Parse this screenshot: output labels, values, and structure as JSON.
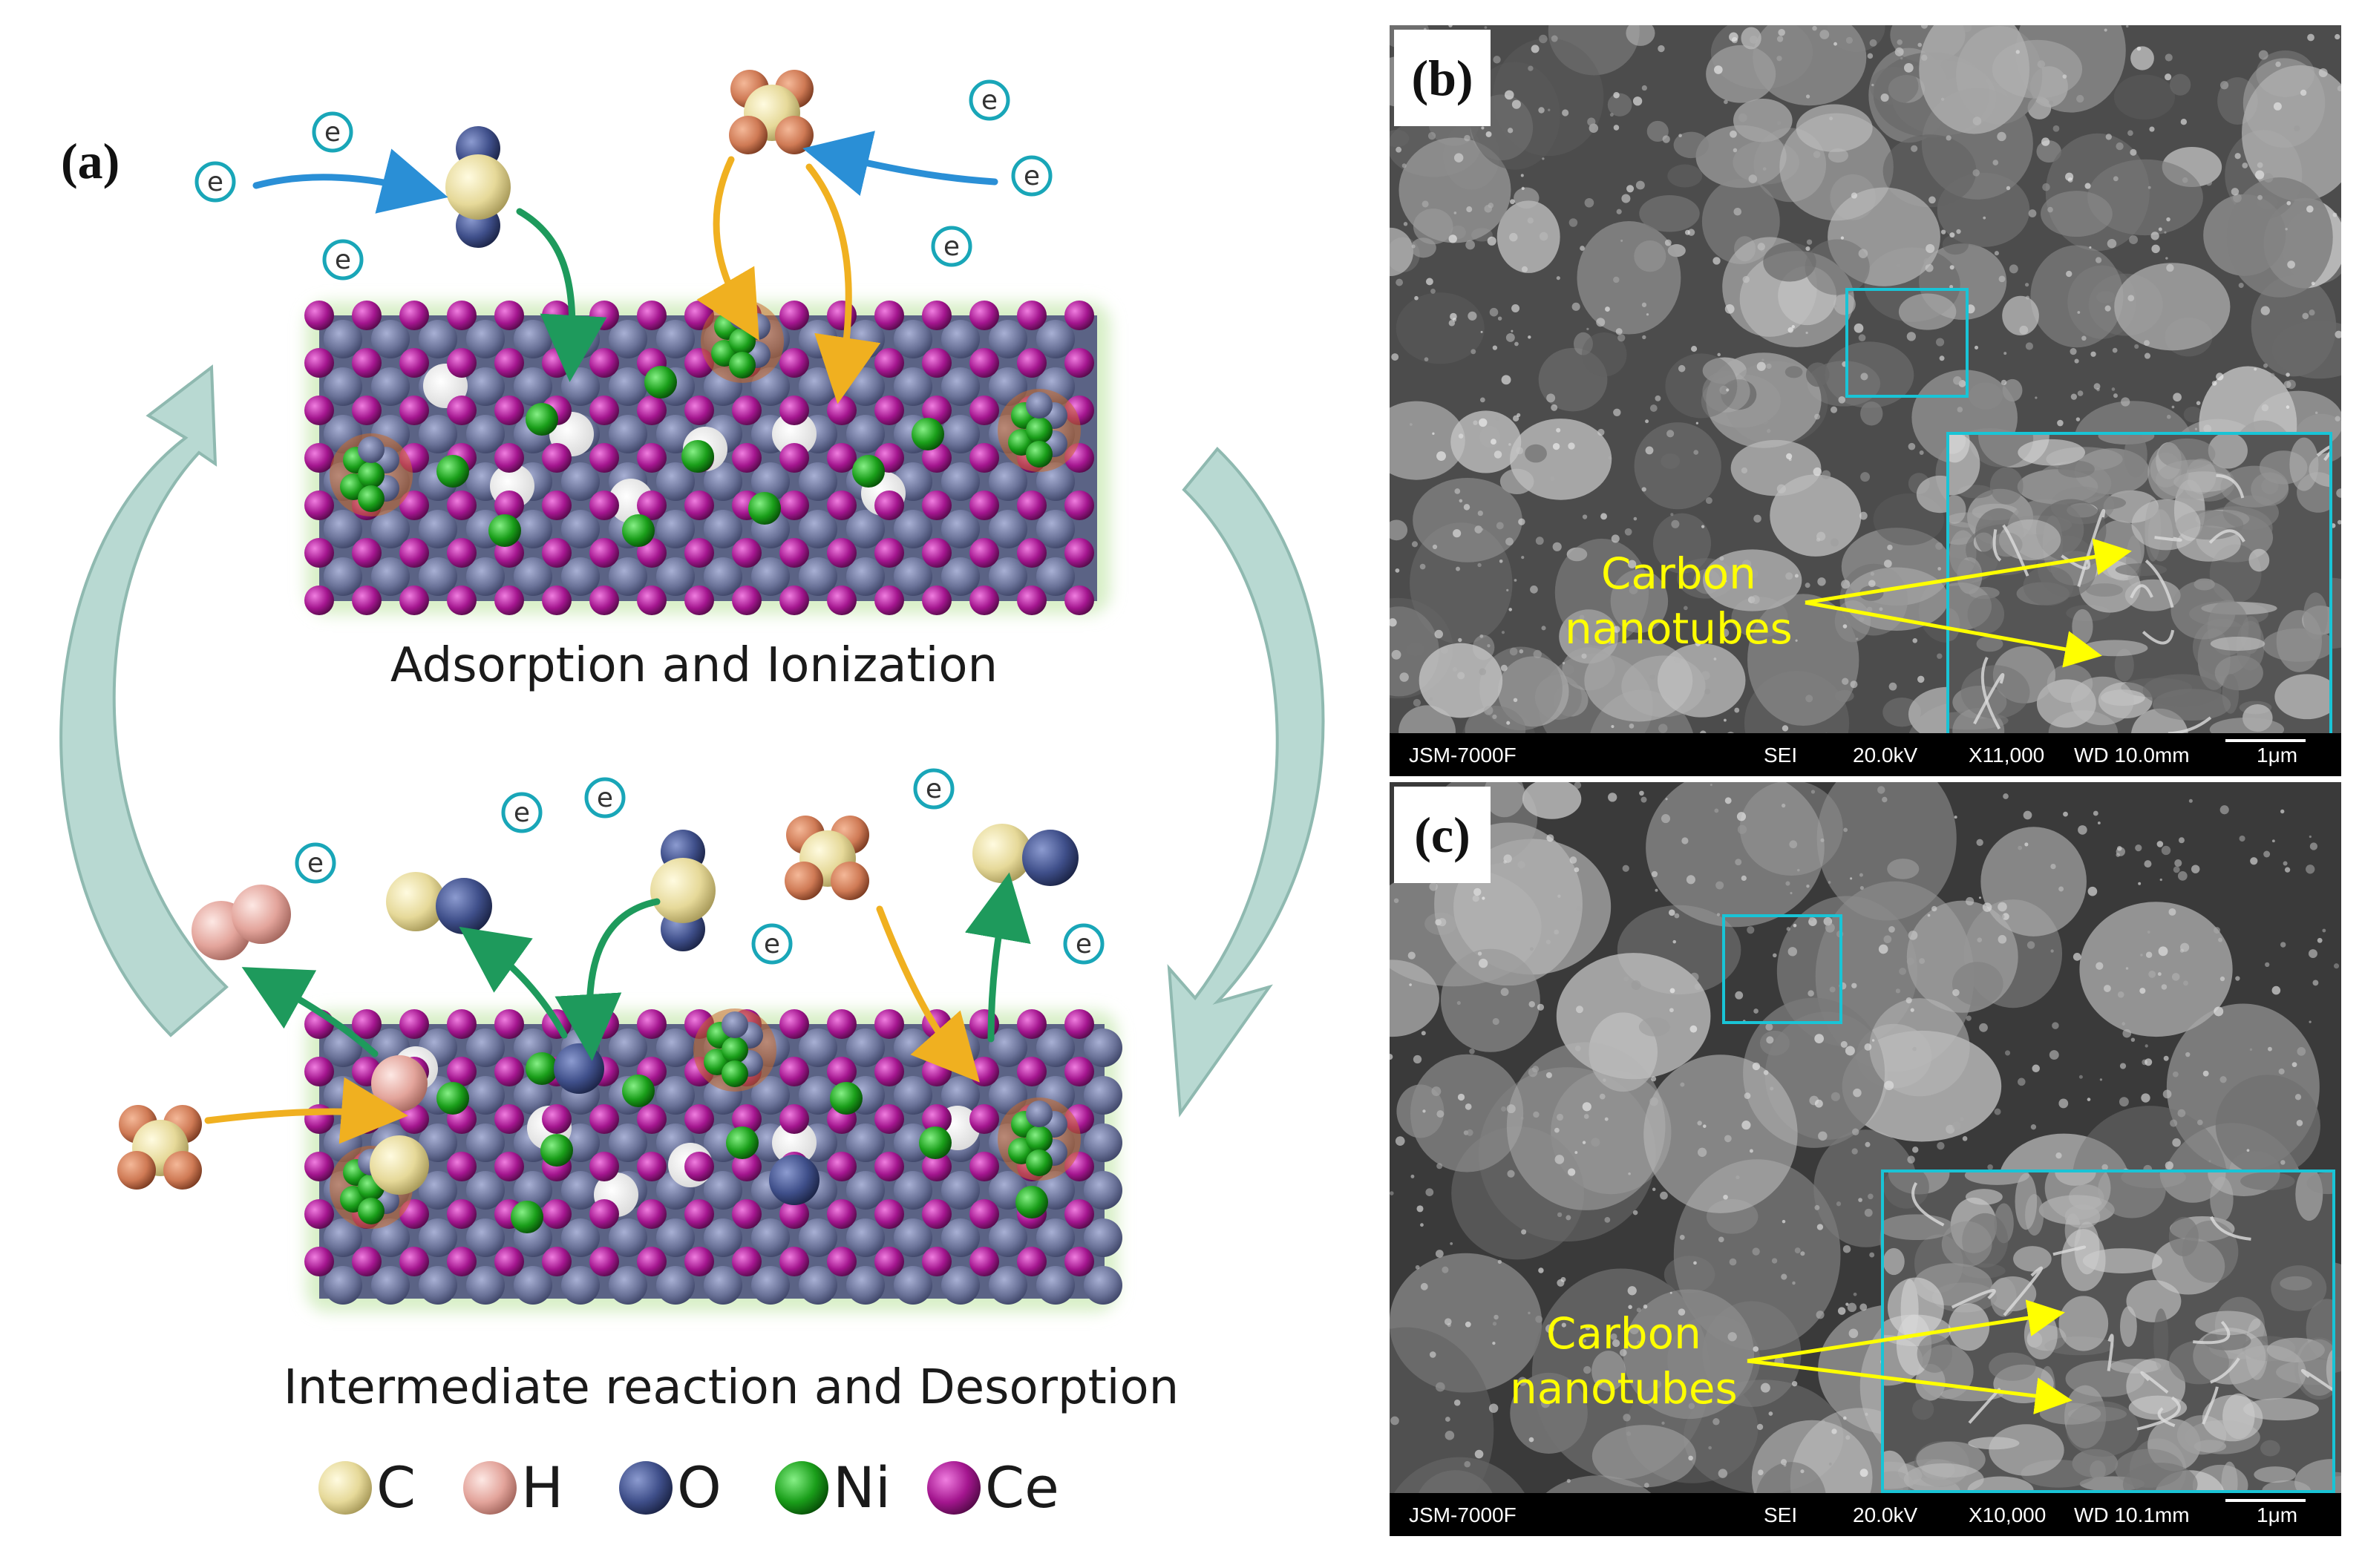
{
  "panel_a": {
    "label": "(a)",
    "top_caption": "Adsorption and Ionization",
    "bottom_caption": "Intermediate reaction and Desorption",
    "electron_symbol": "e",
    "legend": [
      {
        "symbol": "C",
        "color": "#e8dc9a"
      },
      {
        "symbol": "H",
        "color": "#e8a8a0"
      },
      {
        "symbol": "O",
        "color": "#3f4f8a"
      },
      {
        "symbol": "Ni",
        "color": "#1a9e1a"
      },
      {
        "symbol": "Ce",
        "color": "#a4168f"
      }
    ],
    "colors": {
      "cycle_arrow": "#b8d9d2",
      "electron_arrow": "#2a8fd6",
      "green_arrow": "#1e9a5c",
      "orange_arrow": "#f0b020",
      "lattice_blue": "#6a7298",
      "electron_ring": "#19a6b8"
    }
  },
  "panel_b": {
    "label": "(b)",
    "annotation_line1": "Carbon",
    "annotation_line2": "nanotubes",
    "info": {
      "instrument": "JSM-7000F",
      "mode": "SEI",
      "voltage": "20.0kV",
      "magnification": "X11,000",
      "working_distance": "WD 10.0mm",
      "scale": "1μm"
    }
  },
  "panel_c": {
    "label": "(c)",
    "annotation_line1": "Carbon",
    "annotation_line2": "nanotubes",
    "info": {
      "instrument": "JSM-7000F",
      "mode": "SEI",
      "voltage": "20.0kV",
      "magnification": "X10,000",
      "working_distance": "WD 10.1mm",
      "scale": "1μm"
    }
  },
  "accent_colors": {
    "zoom_box": "#19c4d6",
    "annotation": "#ffff00"
  }
}
